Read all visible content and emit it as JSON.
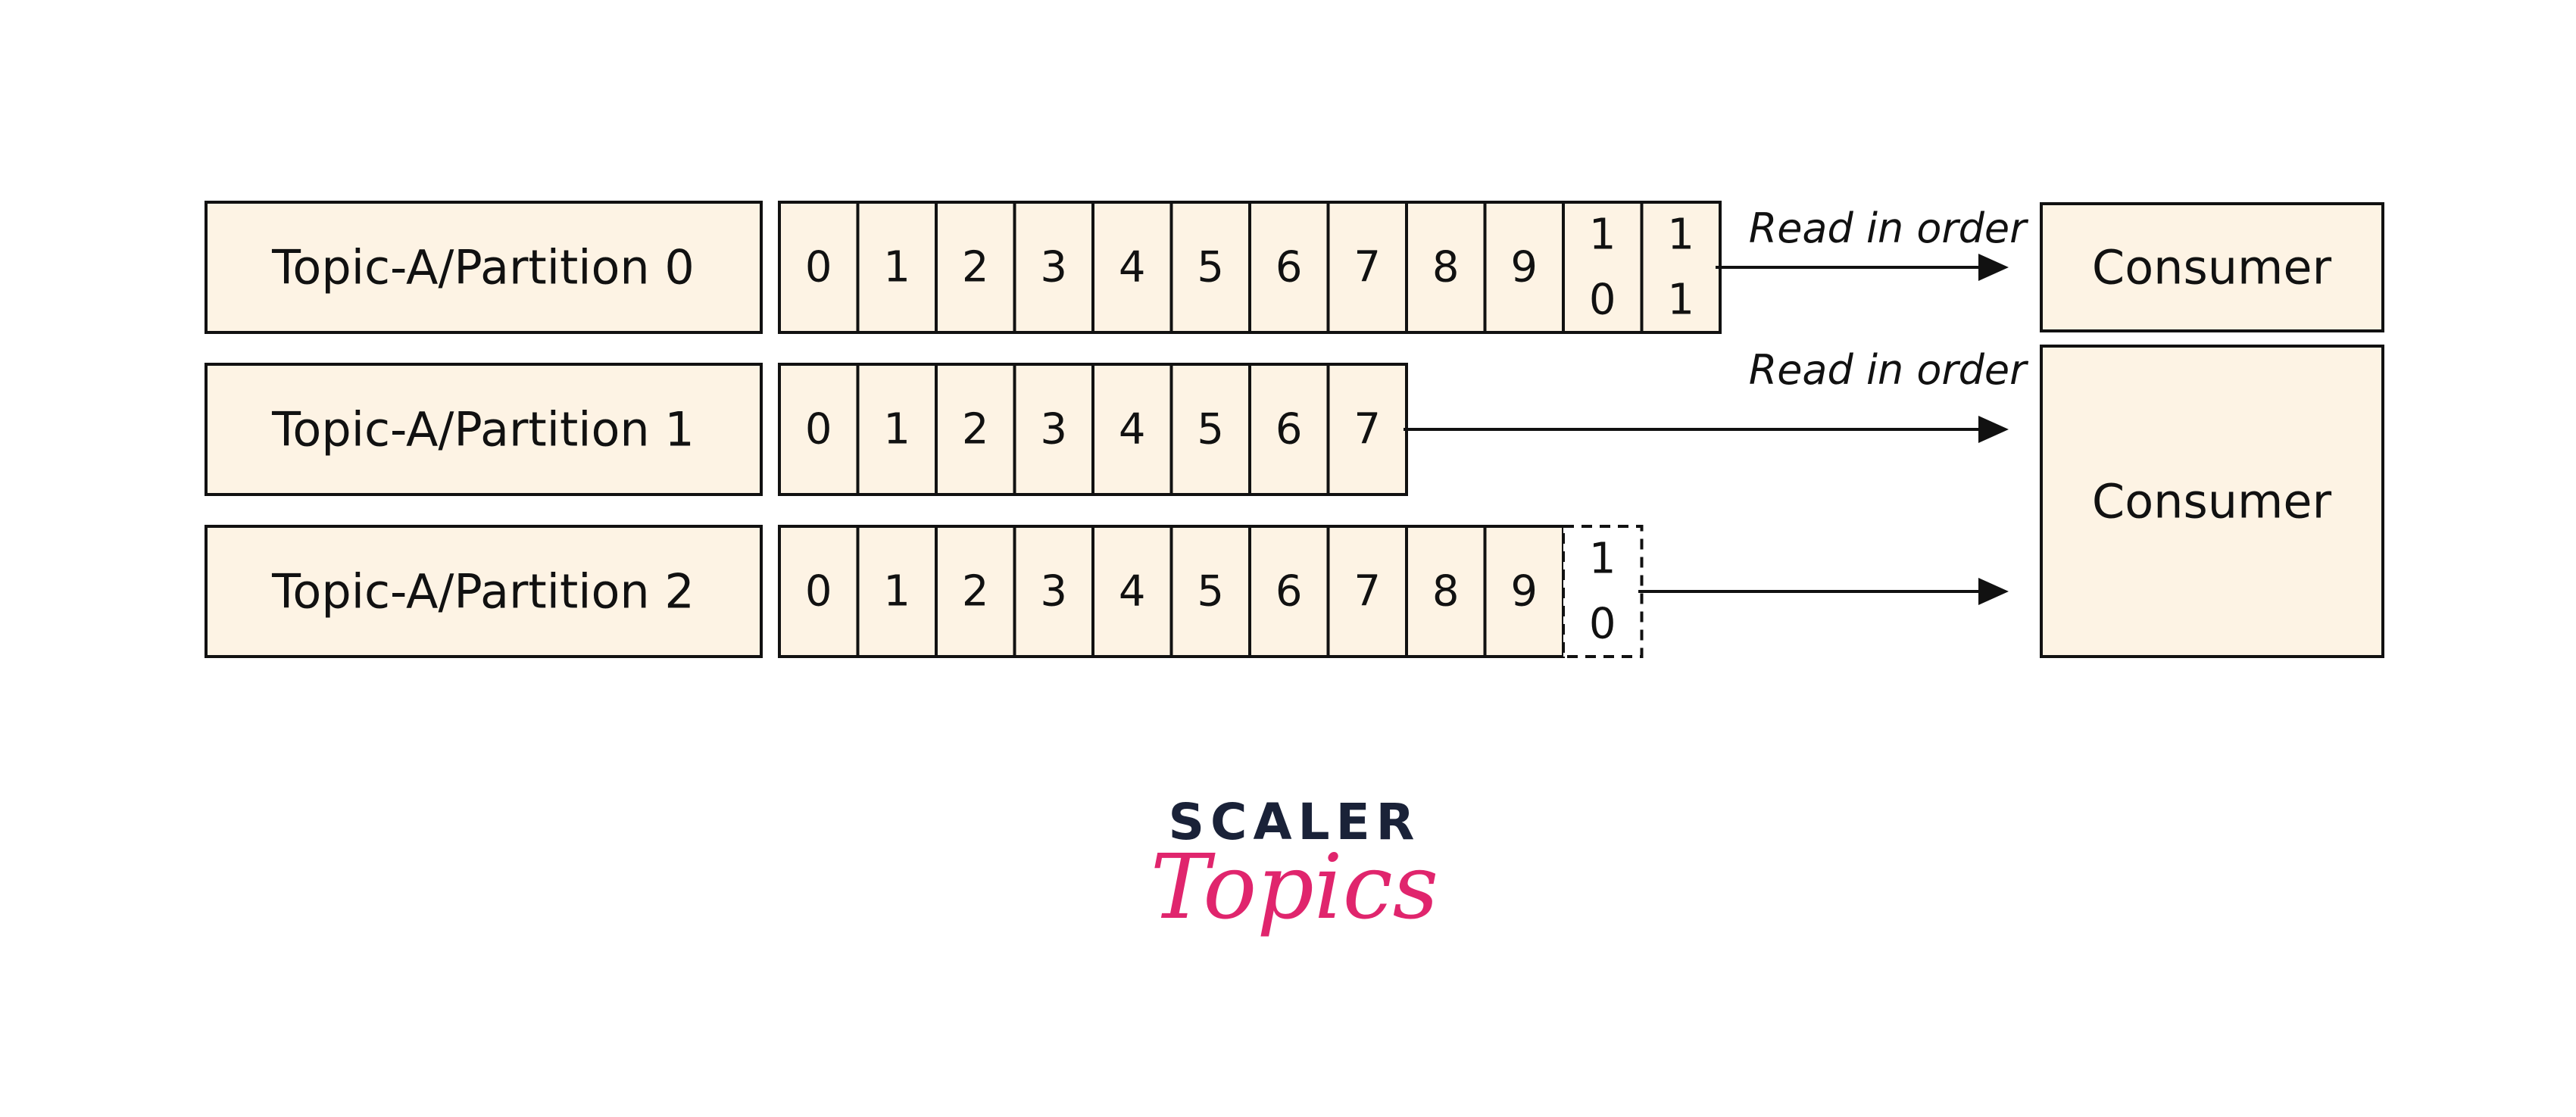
{
  "partitions": [
    {
      "label": "Topic-A/Partition 0",
      "offsets": [
        "0",
        "1",
        "2",
        "3",
        "4",
        "5",
        "6",
        "7",
        "8",
        "9",
        [
          "1",
          "0"
        ],
        [
          "1",
          "1"
        ]
      ],
      "pending": []
    },
    {
      "label": "Topic-A/Partition 1",
      "offsets": [
        "0",
        "1",
        "2",
        "3",
        "4",
        "5",
        "6",
        "7"
      ],
      "pending": []
    },
    {
      "label": "Topic-A/Partition 2",
      "offsets": [
        "0",
        "1",
        "2",
        "3",
        "4",
        "5",
        "6",
        "7",
        "8",
        "9"
      ],
      "pending": [
        [
          "1",
          "0"
        ]
      ]
    }
  ],
  "annotations": [
    "Read in order",
    "Read in order"
  ],
  "consumers": [
    "Consumer",
    "Consumer"
  ],
  "brand": {
    "top": "SCALER",
    "bottom": "Topics"
  },
  "colors": {
    "box_fill": "#fdf3e4",
    "stroke": "#111111",
    "brand_dark": "#1a2238",
    "brand_pink": "#e0256d"
  }
}
